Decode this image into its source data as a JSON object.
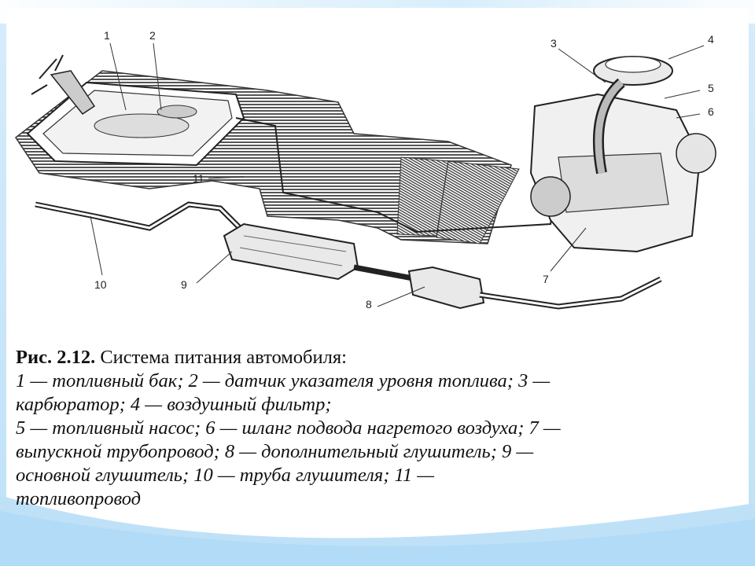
{
  "figure": {
    "number": "Рис. 2.12.",
    "title": "Система питания автомобиля:",
    "legend_lines": [
      "1 — топливный бак; 2 — датчик указателя уровня топлива; 3 —",
      "карбюратор; 4 — воздушный фильтр;",
      "5 — топливный насос; 6 — шланг подвода нагретого воздуха; 7 —",
      "выпускной трубопровод; 8 — дополнительный глушитель; 9 —",
      "основной глушитель; 10 — труба глушителя; 11 —",
      "топливопровод"
    ]
  },
  "callouts": [
    "1",
    "2",
    "3",
    "4",
    "5",
    "6",
    "7",
    "8",
    "9",
    "10",
    "11"
  ],
  "colors": {
    "frame": "#c6e4f8",
    "ink": "#222222",
    "hatch": "#555555"
  }
}
